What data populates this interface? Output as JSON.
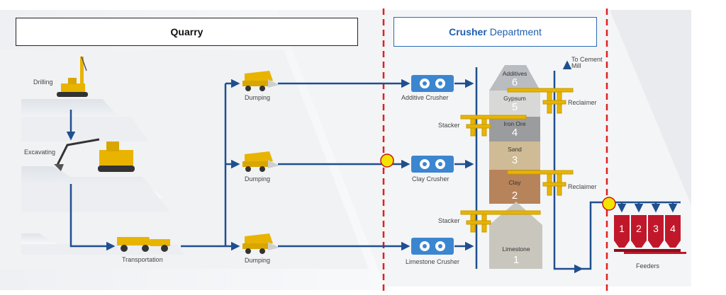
{
  "headers": {
    "quarry": "Quarry",
    "crusher_bold": "Crusher",
    "crusher_rest": "Department"
  },
  "quarry": {
    "drilling": "Drilling",
    "excavating": "Excavating",
    "transportation": "Transportation",
    "dumping": [
      "Dumping",
      "Dumping",
      "Dumping"
    ]
  },
  "crushers": {
    "additive": "Additive Crusher",
    "clay": "Clay Crusher",
    "limestone": "Limestone Crusher"
  },
  "stackers": [
    "Stacker",
    "Stacker"
  ],
  "reclaimers": [
    "Reclaimer",
    "Reclaimer"
  ],
  "cement_mill": [
    "To Cement",
    "Mill"
  ],
  "piles": [
    {
      "name": "Additives",
      "number": "6"
    },
    {
      "name": "Gypsum",
      "number": "5"
    },
    {
      "name": "Iron Ore",
      "number": "4"
    },
    {
      "name": "Sand",
      "number": "3"
    },
    {
      "name": "Clay",
      "number": "2"
    },
    {
      "name": "Limestone",
      "number": "1"
    }
  ],
  "feeders": {
    "label": "Feeders",
    "numbers": [
      "1",
      "2",
      "3",
      "4"
    ]
  },
  "colors": {
    "conveyor": "#1f4f8f",
    "divider": "#e02020",
    "marker_fill": "#f2e400",
    "marker_stroke": "#d01010",
    "machine_yellow": "#e8b400",
    "crusher_blue": "#3c86d0",
    "feeder_red": "#c0182a",
    "crusher_title": "#1f5fae"
  }
}
